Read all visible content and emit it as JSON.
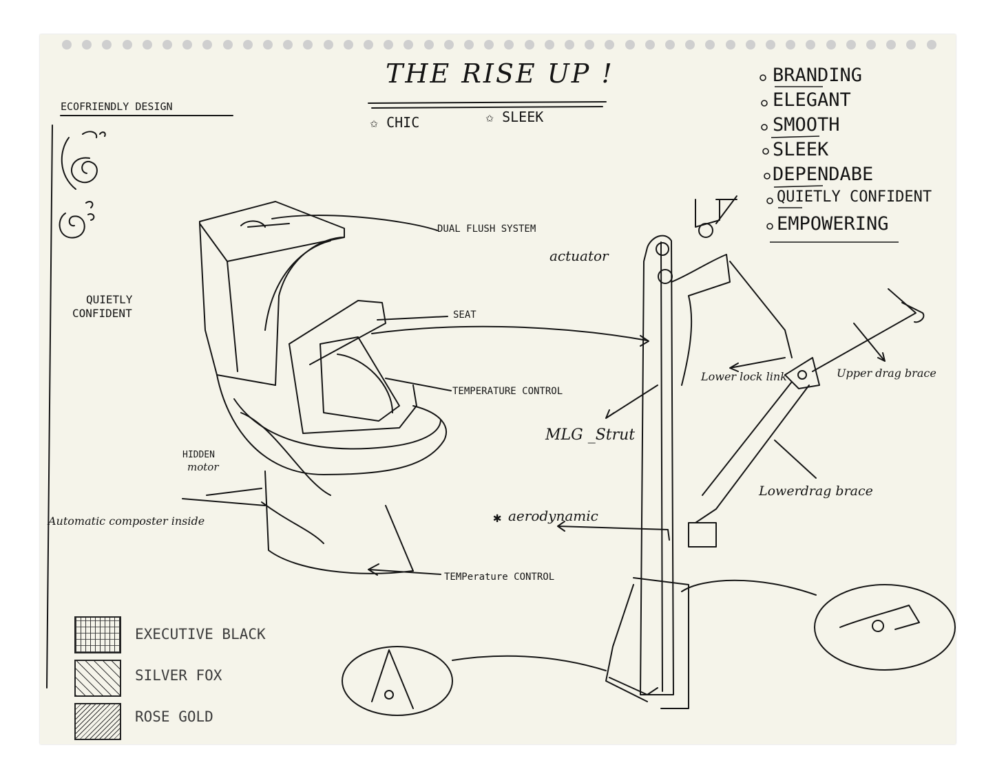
{
  "title": "THE RISE UP !",
  "subtitle_left": "✩ CHIC",
  "subtitle_right": "✩ SLEEK",
  "eco_heading": "ECOFRIENDLY DESIGN",
  "keywords": [
    "BRANDING",
    "ELEGANT",
    "SMOOTH",
    "SLEEK",
    "DEPENDABE",
    "QUIETLY CONFIDENT",
    "EMPOWERING"
  ],
  "labels": {
    "quietly": "QUIETLY",
    "confident": "CONFIDENT",
    "dual_flush": "DUAL FLUSH SYSTEM",
    "actuator": "actuator",
    "seat": "SEAT",
    "temp_control_1": "TEMPERATURE CONTROL",
    "hidden": "HIDDEN",
    "motor": "motor",
    "composter": "Automatic composter inside",
    "temp_control_2": "TEMPerature CONTROL",
    "mlg_strut": "MLG _Strut",
    "aerodynamic": "aerodynamic",
    "lower_lock_link": "Lower lock link",
    "upper_drag_brace": "Upper drag brace",
    "lower_drag_brace": "Lowerdrag brace"
  },
  "swatches": [
    {
      "label": "EXECUTIVE BLACK"
    },
    {
      "label": "SILVER FOX"
    },
    {
      "label": "ROSE GOLD"
    }
  ]
}
